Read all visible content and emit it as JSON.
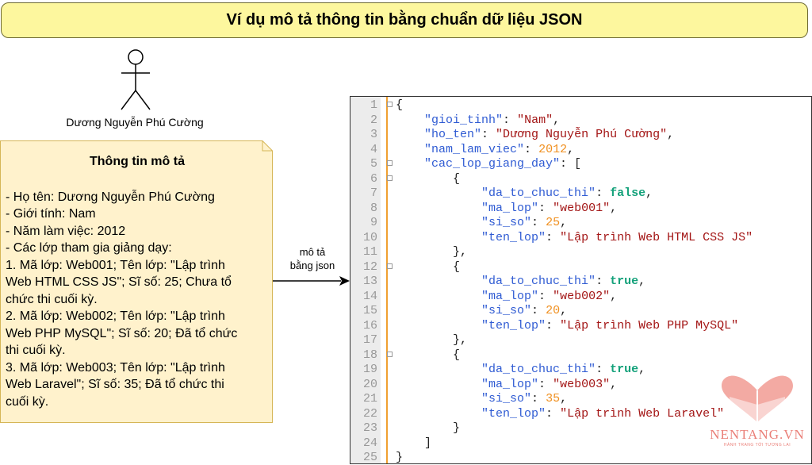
{
  "title": "Ví dụ mô tả thông tin bằng chuẩn dữ liệu JSON",
  "actor_name": "Dương Nguyễn Phú Cường",
  "note": {
    "title": "Thông tin mô tả",
    "lines": [
      "- Họ tên: Dương Nguyễn Phú Cường",
      "- Giới tính: Nam",
      "- Năm làm việc: 2012",
      "- Các lớp tham gia giảng dạy:",
      "1. Mã lớp: Web001; Tên lớp: \"Lập trình",
      "Web HTML CSS JS\"; Sĩ số: 25; Chưa tổ",
      "chức thi cuối kỳ.",
      "2. Mã lớp: Web002; Tên lớp: \"Lập trình",
      "Web PHP MySQL\"; Sĩ số: 20; Đã tổ chức",
      "thi cuối kỳ.",
      "3. Mã lớp: Web003; Tên lớp: \"Lập trình",
      "Web Laravel\"; Sĩ số: 35; Đã tổ chức thi",
      "cuối kỳ."
    ]
  },
  "arrow_label_1": "mô tả",
  "arrow_label_2": "bằng json",
  "code_lines": [
    {
      "n": "1",
      "fold": true,
      "t": [
        [
          "p",
          "{"
        ]
      ]
    },
    {
      "n": "2",
      "t": [
        [
          "p",
          "    "
        ],
        [
          "k",
          "\"gioi_tinh\""
        ],
        [
          "p",
          ": "
        ],
        [
          "s",
          "\"Nam\""
        ],
        [
          "p",
          ","
        ]
      ]
    },
    {
      "n": "3",
      "t": [
        [
          "p",
          "    "
        ],
        [
          "k",
          "\"ho_ten\""
        ],
        [
          "p",
          ": "
        ],
        [
          "s",
          "\"Dương Nguyễn Phú Cường\""
        ],
        [
          "p",
          ","
        ]
      ]
    },
    {
      "n": "4",
      "t": [
        [
          "p",
          "    "
        ],
        [
          "k",
          "\"nam_lam_viec\""
        ],
        [
          "p",
          ": "
        ],
        [
          "n",
          "2012"
        ],
        [
          "p",
          ","
        ]
      ]
    },
    {
      "n": "5",
      "fold": true,
      "t": [
        [
          "p",
          "    "
        ],
        [
          "k",
          "\"cac_lop_giang_day\""
        ],
        [
          "p",
          ": ["
        ]
      ]
    },
    {
      "n": "6",
      "fold": true,
      "t": [
        [
          "p",
          "        {"
        ]
      ]
    },
    {
      "n": "7",
      "t": [
        [
          "p",
          "            "
        ],
        [
          "k",
          "\"da_to_chuc_thi\""
        ],
        [
          "p",
          ": "
        ],
        [
          "b",
          "false"
        ],
        [
          "p",
          ","
        ]
      ]
    },
    {
      "n": "8",
      "t": [
        [
          "p",
          "            "
        ],
        [
          "k",
          "\"ma_lop\""
        ],
        [
          "p",
          ": "
        ],
        [
          "s",
          "\"web001\""
        ],
        [
          "p",
          ","
        ]
      ]
    },
    {
      "n": "9",
      "t": [
        [
          "p",
          "            "
        ],
        [
          "k",
          "\"si_so\""
        ],
        [
          "p",
          ": "
        ],
        [
          "n",
          "25"
        ],
        [
          "p",
          ","
        ]
      ]
    },
    {
      "n": "10",
      "t": [
        [
          "p",
          "            "
        ],
        [
          "k",
          "\"ten_lop\""
        ],
        [
          "p",
          ": "
        ],
        [
          "s",
          "\"Lập trình Web HTML CSS JS\""
        ]
      ]
    },
    {
      "n": "11",
      "t": [
        [
          "p",
          "        },"
        ]
      ]
    },
    {
      "n": "12",
      "fold": true,
      "t": [
        [
          "p",
          "        {"
        ]
      ]
    },
    {
      "n": "13",
      "t": [
        [
          "p",
          "            "
        ],
        [
          "k",
          "\"da_to_chuc_thi\""
        ],
        [
          "p",
          ": "
        ],
        [
          "b",
          "true"
        ],
        [
          "p",
          ","
        ]
      ]
    },
    {
      "n": "14",
      "t": [
        [
          "p",
          "            "
        ],
        [
          "k",
          "\"ma_lop\""
        ],
        [
          "p",
          ": "
        ],
        [
          "s",
          "\"web002\""
        ],
        [
          "p",
          ","
        ]
      ]
    },
    {
      "n": "15",
      "t": [
        [
          "p",
          "            "
        ],
        [
          "k",
          "\"si_so\""
        ],
        [
          "p",
          ": "
        ],
        [
          "n",
          "20"
        ],
        [
          "p",
          ","
        ]
      ]
    },
    {
      "n": "16",
      "t": [
        [
          "p",
          "            "
        ],
        [
          "k",
          "\"ten_lop\""
        ],
        [
          "p",
          ": "
        ],
        [
          "s",
          "\"Lập trình Web PHP MySQL\""
        ]
      ]
    },
    {
      "n": "17",
      "t": [
        [
          "p",
          "        },"
        ]
      ]
    },
    {
      "n": "18",
      "fold": true,
      "t": [
        [
          "p",
          "        {"
        ]
      ]
    },
    {
      "n": "19",
      "t": [
        [
          "p",
          "            "
        ],
        [
          "k",
          "\"da_to_chuc_thi\""
        ],
        [
          "p",
          ": "
        ],
        [
          "b",
          "true"
        ],
        [
          "p",
          ","
        ]
      ]
    },
    {
      "n": "20",
      "t": [
        [
          "p",
          "            "
        ],
        [
          "k",
          "\"ma_lop\""
        ],
        [
          "p",
          ": "
        ],
        [
          "s",
          "\"web003\""
        ],
        [
          "p",
          ","
        ]
      ]
    },
    {
      "n": "21",
      "t": [
        [
          "p",
          "            "
        ],
        [
          "k",
          "\"si_so\""
        ],
        [
          "p",
          ": "
        ],
        [
          "n",
          "35"
        ],
        [
          "p",
          ","
        ]
      ]
    },
    {
      "n": "22",
      "t": [
        [
          "p",
          "            "
        ],
        [
          "k",
          "\"ten_lop\""
        ],
        [
          "p",
          ": "
        ],
        [
          "s",
          "\"Lập trình Web Laravel\""
        ]
      ]
    },
    {
      "n": "23",
      "t": [
        [
          "p",
          "        }"
        ]
      ]
    },
    {
      "n": "24",
      "t": [
        [
          "p",
          "    ]"
        ]
      ]
    },
    {
      "n": "25",
      "t": [
        [
          "p",
          "}"
        ]
      ]
    }
  ],
  "watermark": {
    "name": "NENTANG.VN",
    "tagline": "HÀNH TRANG TỚI TƯƠNG LAI"
  },
  "colors": {
    "title_bg": "#fdf79e",
    "note_bg": "#fff2cc",
    "key": "#2f5bd3",
    "string": "#a31515",
    "number": "#f09020",
    "boolean": "#13a17a"
  }
}
